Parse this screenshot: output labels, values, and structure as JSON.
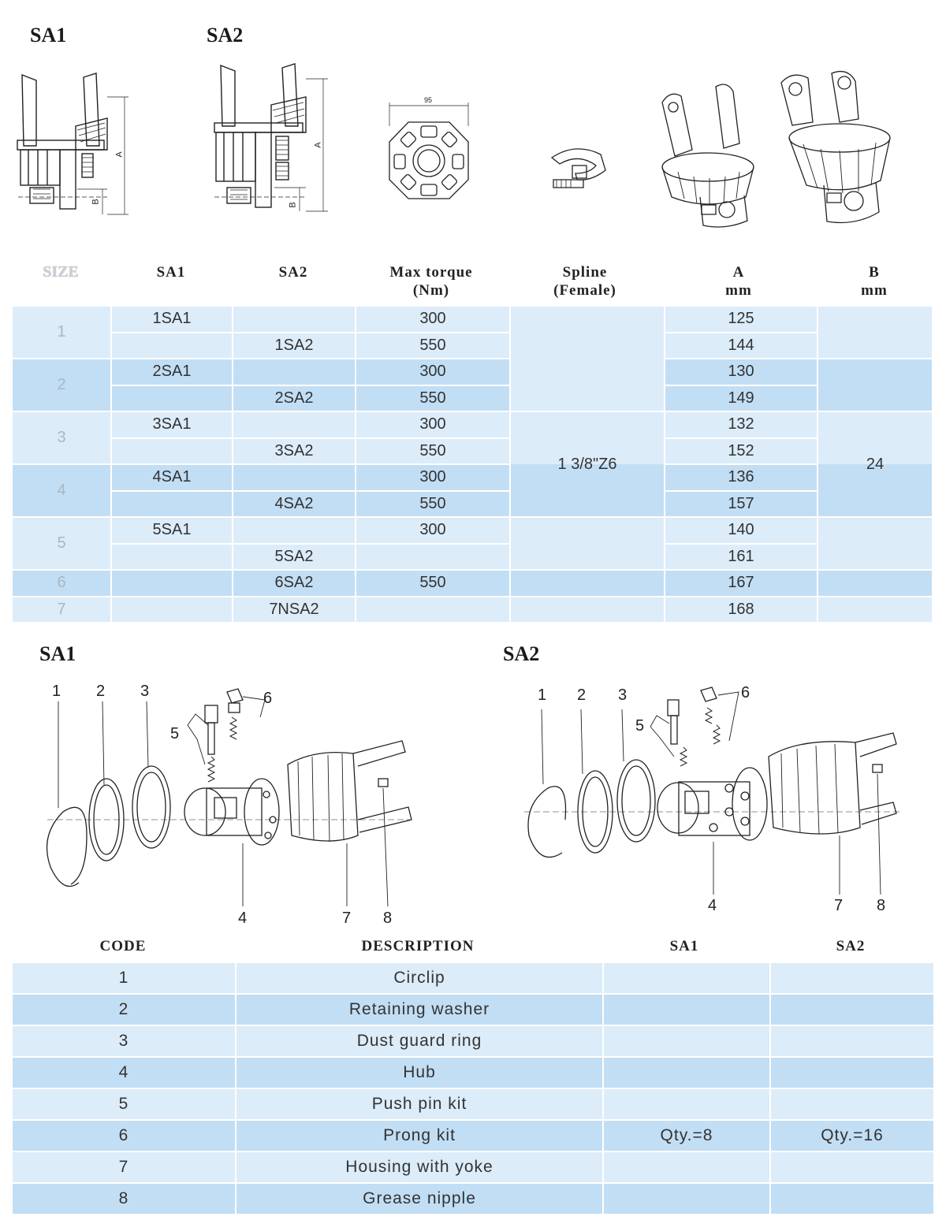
{
  "top_headings": {
    "sa1": "SA1",
    "sa2": "SA2"
  },
  "figure_labels": {
    "dim_a": "A",
    "dim_b": "B",
    "dim_95": "95"
  },
  "size_table": {
    "headers": {
      "size": "SIZE",
      "sa1": "SA1",
      "sa2": "SA2",
      "torque_1": "Max torque",
      "torque_2": "(Nm)",
      "spline_1": "Spline",
      "spline_2": "(Female)",
      "a_1": "A",
      "a_2": "mm",
      "b_1": "B",
      "b_2": "mm"
    },
    "spline_value": "1 3/8\"Z6",
    "b_value": "24",
    "rows": [
      {
        "size": "1",
        "sa1": "1SA1",
        "sa2": "",
        "torque": "300",
        "a": "125"
      },
      {
        "size": "",
        "sa1": "",
        "sa2": "1SA2",
        "torque": "550",
        "a": "144"
      },
      {
        "size": "2",
        "sa1": "2SA1",
        "sa2": "",
        "torque": "300",
        "a": "130"
      },
      {
        "size": "",
        "sa1": "",
        "sa2": "2SA2",
        "torque": "550",
        "a": "149"
      },
      {
        "size": "3",
        "sa1": "3SA1",
        "sa2": "",
        "torque": "300",
        "a": "132"
      },
      {
        "size": "",
        "sa1": "",
        "sa2": "3SA2",
        "torque": "550",
        "a": "152"
      },
      {
        "size": "4",
        "sa1": "4SA1",
        "sa2": "",
        "torque": "300",
        "a": "136"
      },
      {
        "size": "",
        "sa1": "",
        "sa2": "4SA2",
        "torque": "550",
        "a": "157"
      },
      {
        "size": "5",
        "sa1": "5SA1",
        "sa2": "",
        "torque": "300",
        "a": "140"
      },
      {
        "size": "",
        "sa1": "",
        "sa2": "5SA2",
        "torque": "",
        "a": "161"
      },
      {
        "size": "6",
        "sa1": "",
        "sa2": "6SA2",
        "torque": "550",
        "a": "167"
      },
      {
        "size": "7",
        "sa1": "",
        "sa2": "7NSA2",
        "torque": "",
        "a": "168"
      }
    ]
  },
  "exploded": {
    "sa1_title": "SA1",
    "sa2_title": "SA2",
    "sa1_callouts": [
      "1",
      "2",
      "3",
      "4",
      "5",
      "6",
      "7",
      "8"
    ],
    "sa2_callouts": [
      "1",
      "2",
      "3",
      "4",
      "5",
      "6",
      "7",
      "8"
    ]
  },
  "parts_table": {
    "headers": {
      "code": "CODE",
      "description": "DESCRIPTION",
      "sa1": "SA1",
      "sa2": "SA2"
    },
    "rows": [
      {
        "code": "1",
        "description": "Circlip",
        "sa1": "",
        "sa2": ""
      },
      {
        "code": "2",
        "description": "Retaining washer",
        "sa1": "",
        "sa2": ""
      },
      {
        "code": "3",
        "description": "Dust guard ring",
        "sa1": "",
        "sa2": ""
      },
      {
        "code": "4",
        "description": "Hub",
        "sa1": "",
        "sa2": ""
      },
      {
        "code": "5",
        "description": "Push pin kit",
        "sa1": "",
        "sa2": ""
      },
      {
        "code": "6",
        "description": "Prong kit",
        "sa1": "Qty.=8",
        "sa2": "Qty.=16"
      },
      {
        "code": "7",
        "description": "Housing with yoke",
        "sa1": "",
        "sa2": ""
      },
      {
        "code": "8",
        "description": "Grease nipple",
        "sa1": "",
        "sa2": ""
      }
    ]
  }
}
